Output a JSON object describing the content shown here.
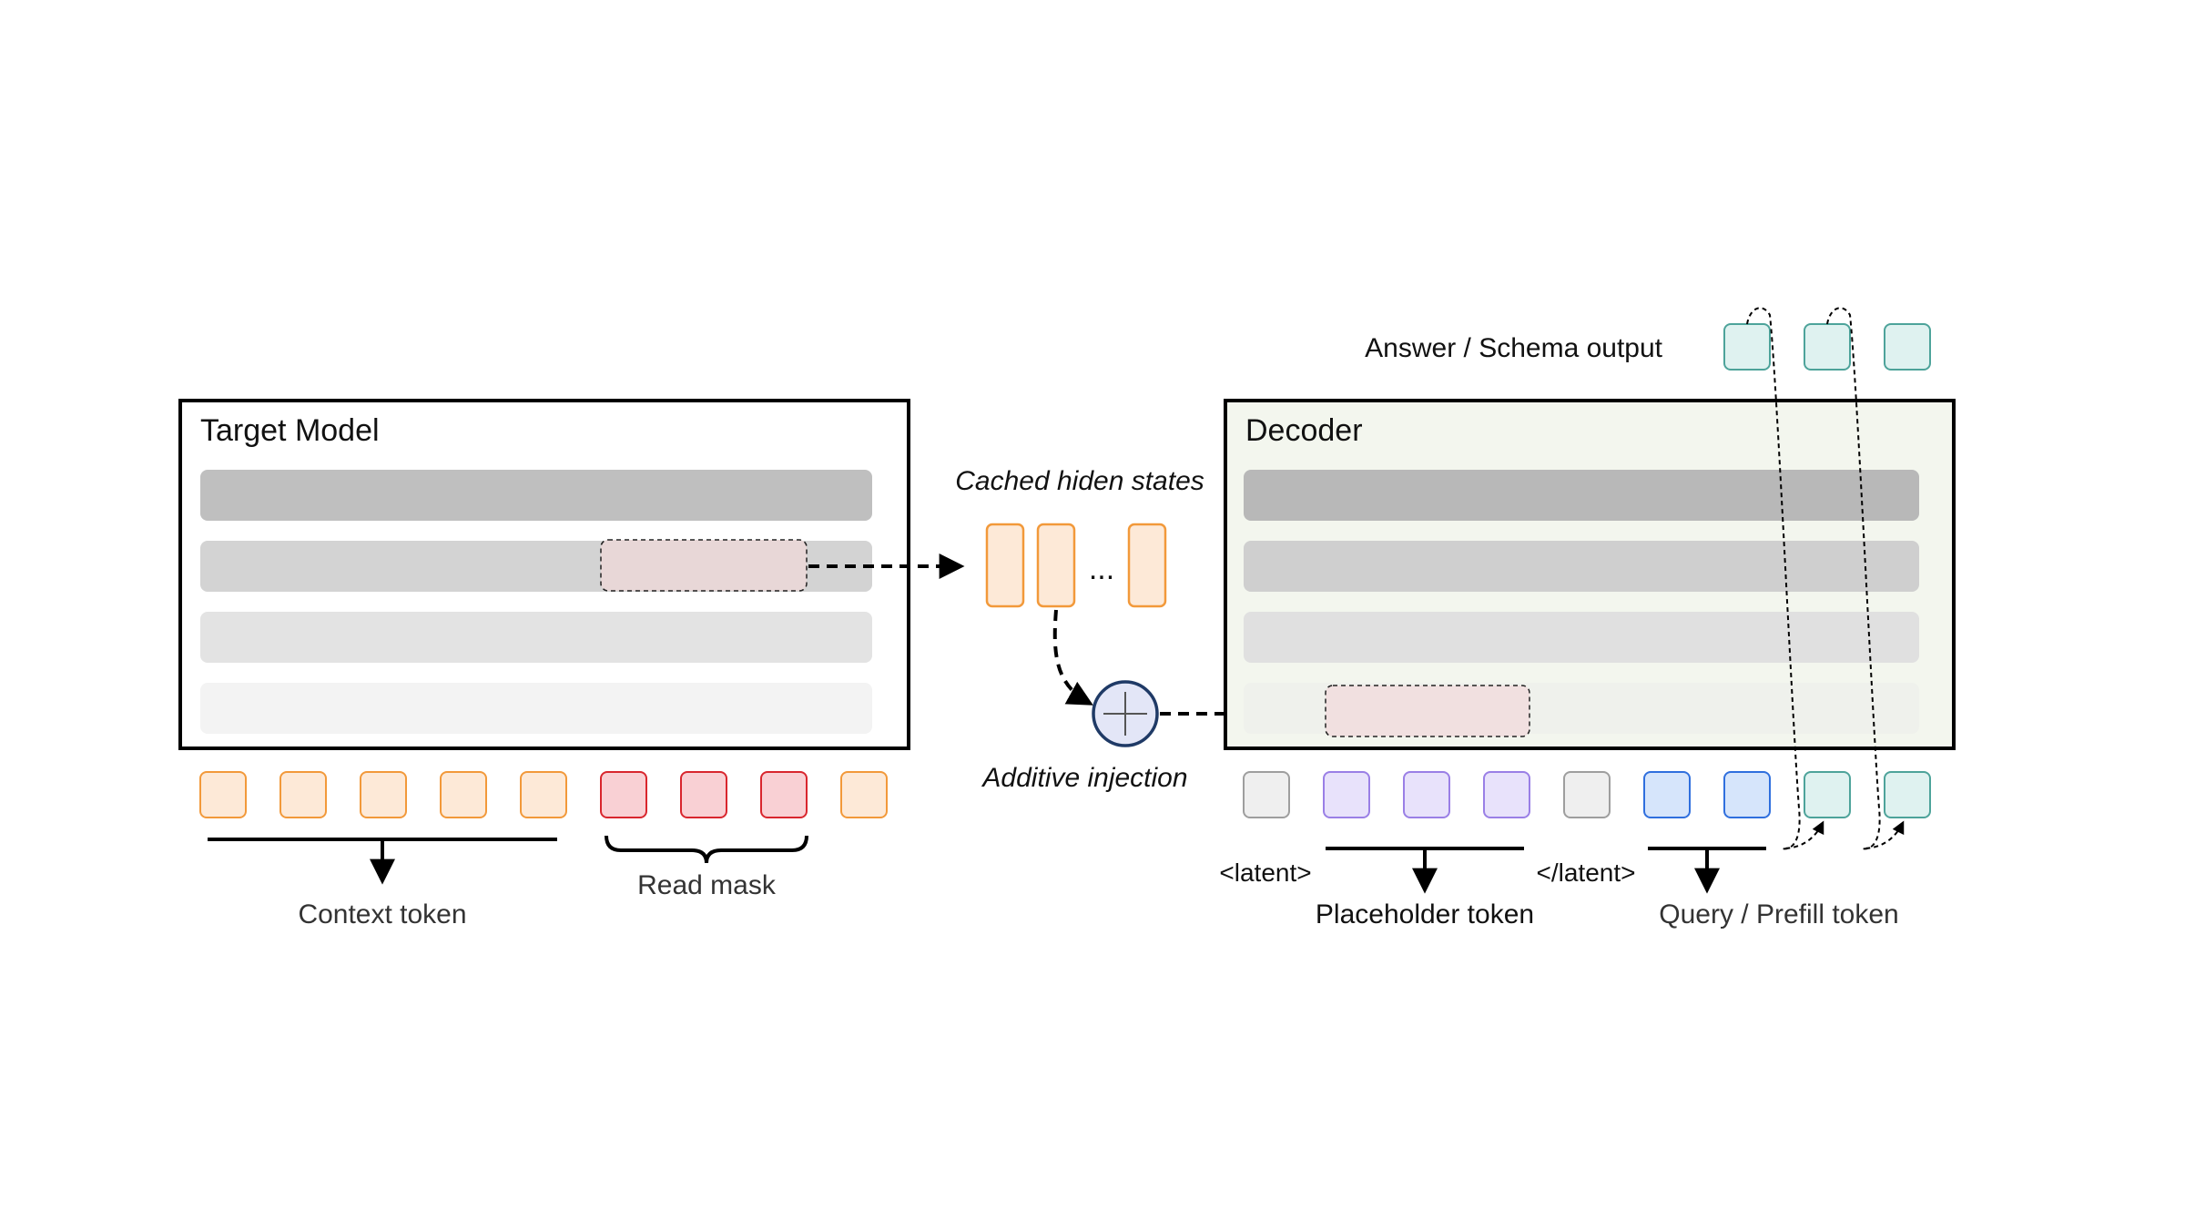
{
  "target_model": {
    "title": "Target Model"
  },
  "decoder": {
    "title": "Decoder"
  },
  "cached_states": {
    "label": "Cached hiden states",
    "ellipsis": "..."
  },
  "injection": {
    "label": "Additive injection"
  },
  "bottom_labels": {
    "context": "Context token",
    "read_mask": "Read mask",
    "latent_open": "<latent>",
    "latent_close": "</latent>",
    "placeholder": "Placeholder token",
    "query": "Query / Prefill token"
  },
  "answer": {
    "label": "Answer / Schema output"
  },
  "colors": {
    "context_token_fill": "#fde9d7",
    "context_token_stroke": "#f2993a",
    "read_mask_fill": "#f9d0d4",
    "read_mask_stroke": "#d9262e",
    "special_token_fill": "#efefef",
    "special_token_stroke": "#9e9e9e",
    "placeholder_fill": "#e8e2fb",
    "placeholder_stroke": "#9a7fe6",
    "query_fill": "#d6e5fb",
    "query_stroke": "#2f6fde",
    "answer_fill": "#dff2f0",
    "answer_stroke": "#4da39a",
    "decoder_bg": "#f3f6ee",
    "highlight_fill": "#f0dcdc",
    "plus_fill": "#e3e6f7",
    "plus_stroke": "#1f3a66"
  }
}
